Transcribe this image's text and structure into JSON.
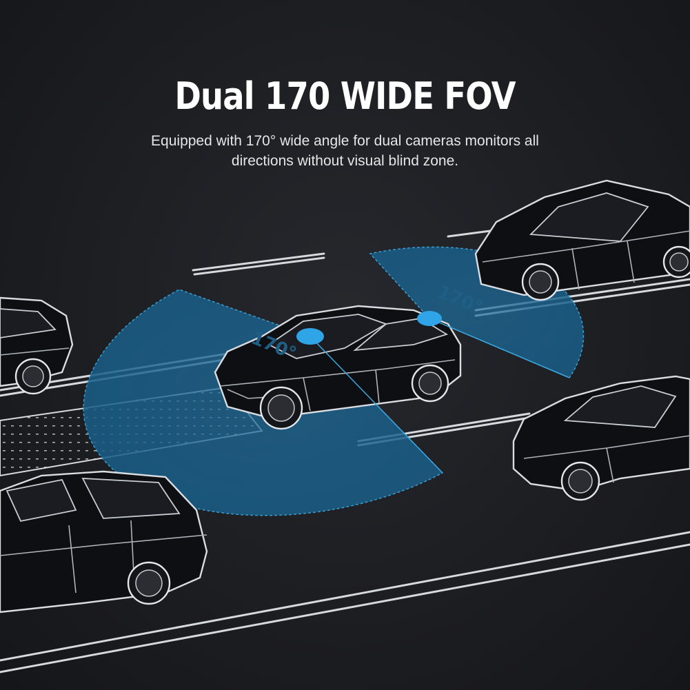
{
  "headline": "Dual 170 WIDE FOV",
  "description_line1": "Equipped with 170° wide angle for dual cameras monitors all",
  "description_line2": "directions without visual blind zone.",
  "front_fov_label": "170°",
  "rear_fov_label": "170°",
  "colors": {
    "background": "#1d1e22",
    "fov_fill": "#1e6f9f",
    "fov_edge": "#3aa8e0",
    "camera_dot": "#2fa4e7",
    "text": "#ffffff"
  }
}
